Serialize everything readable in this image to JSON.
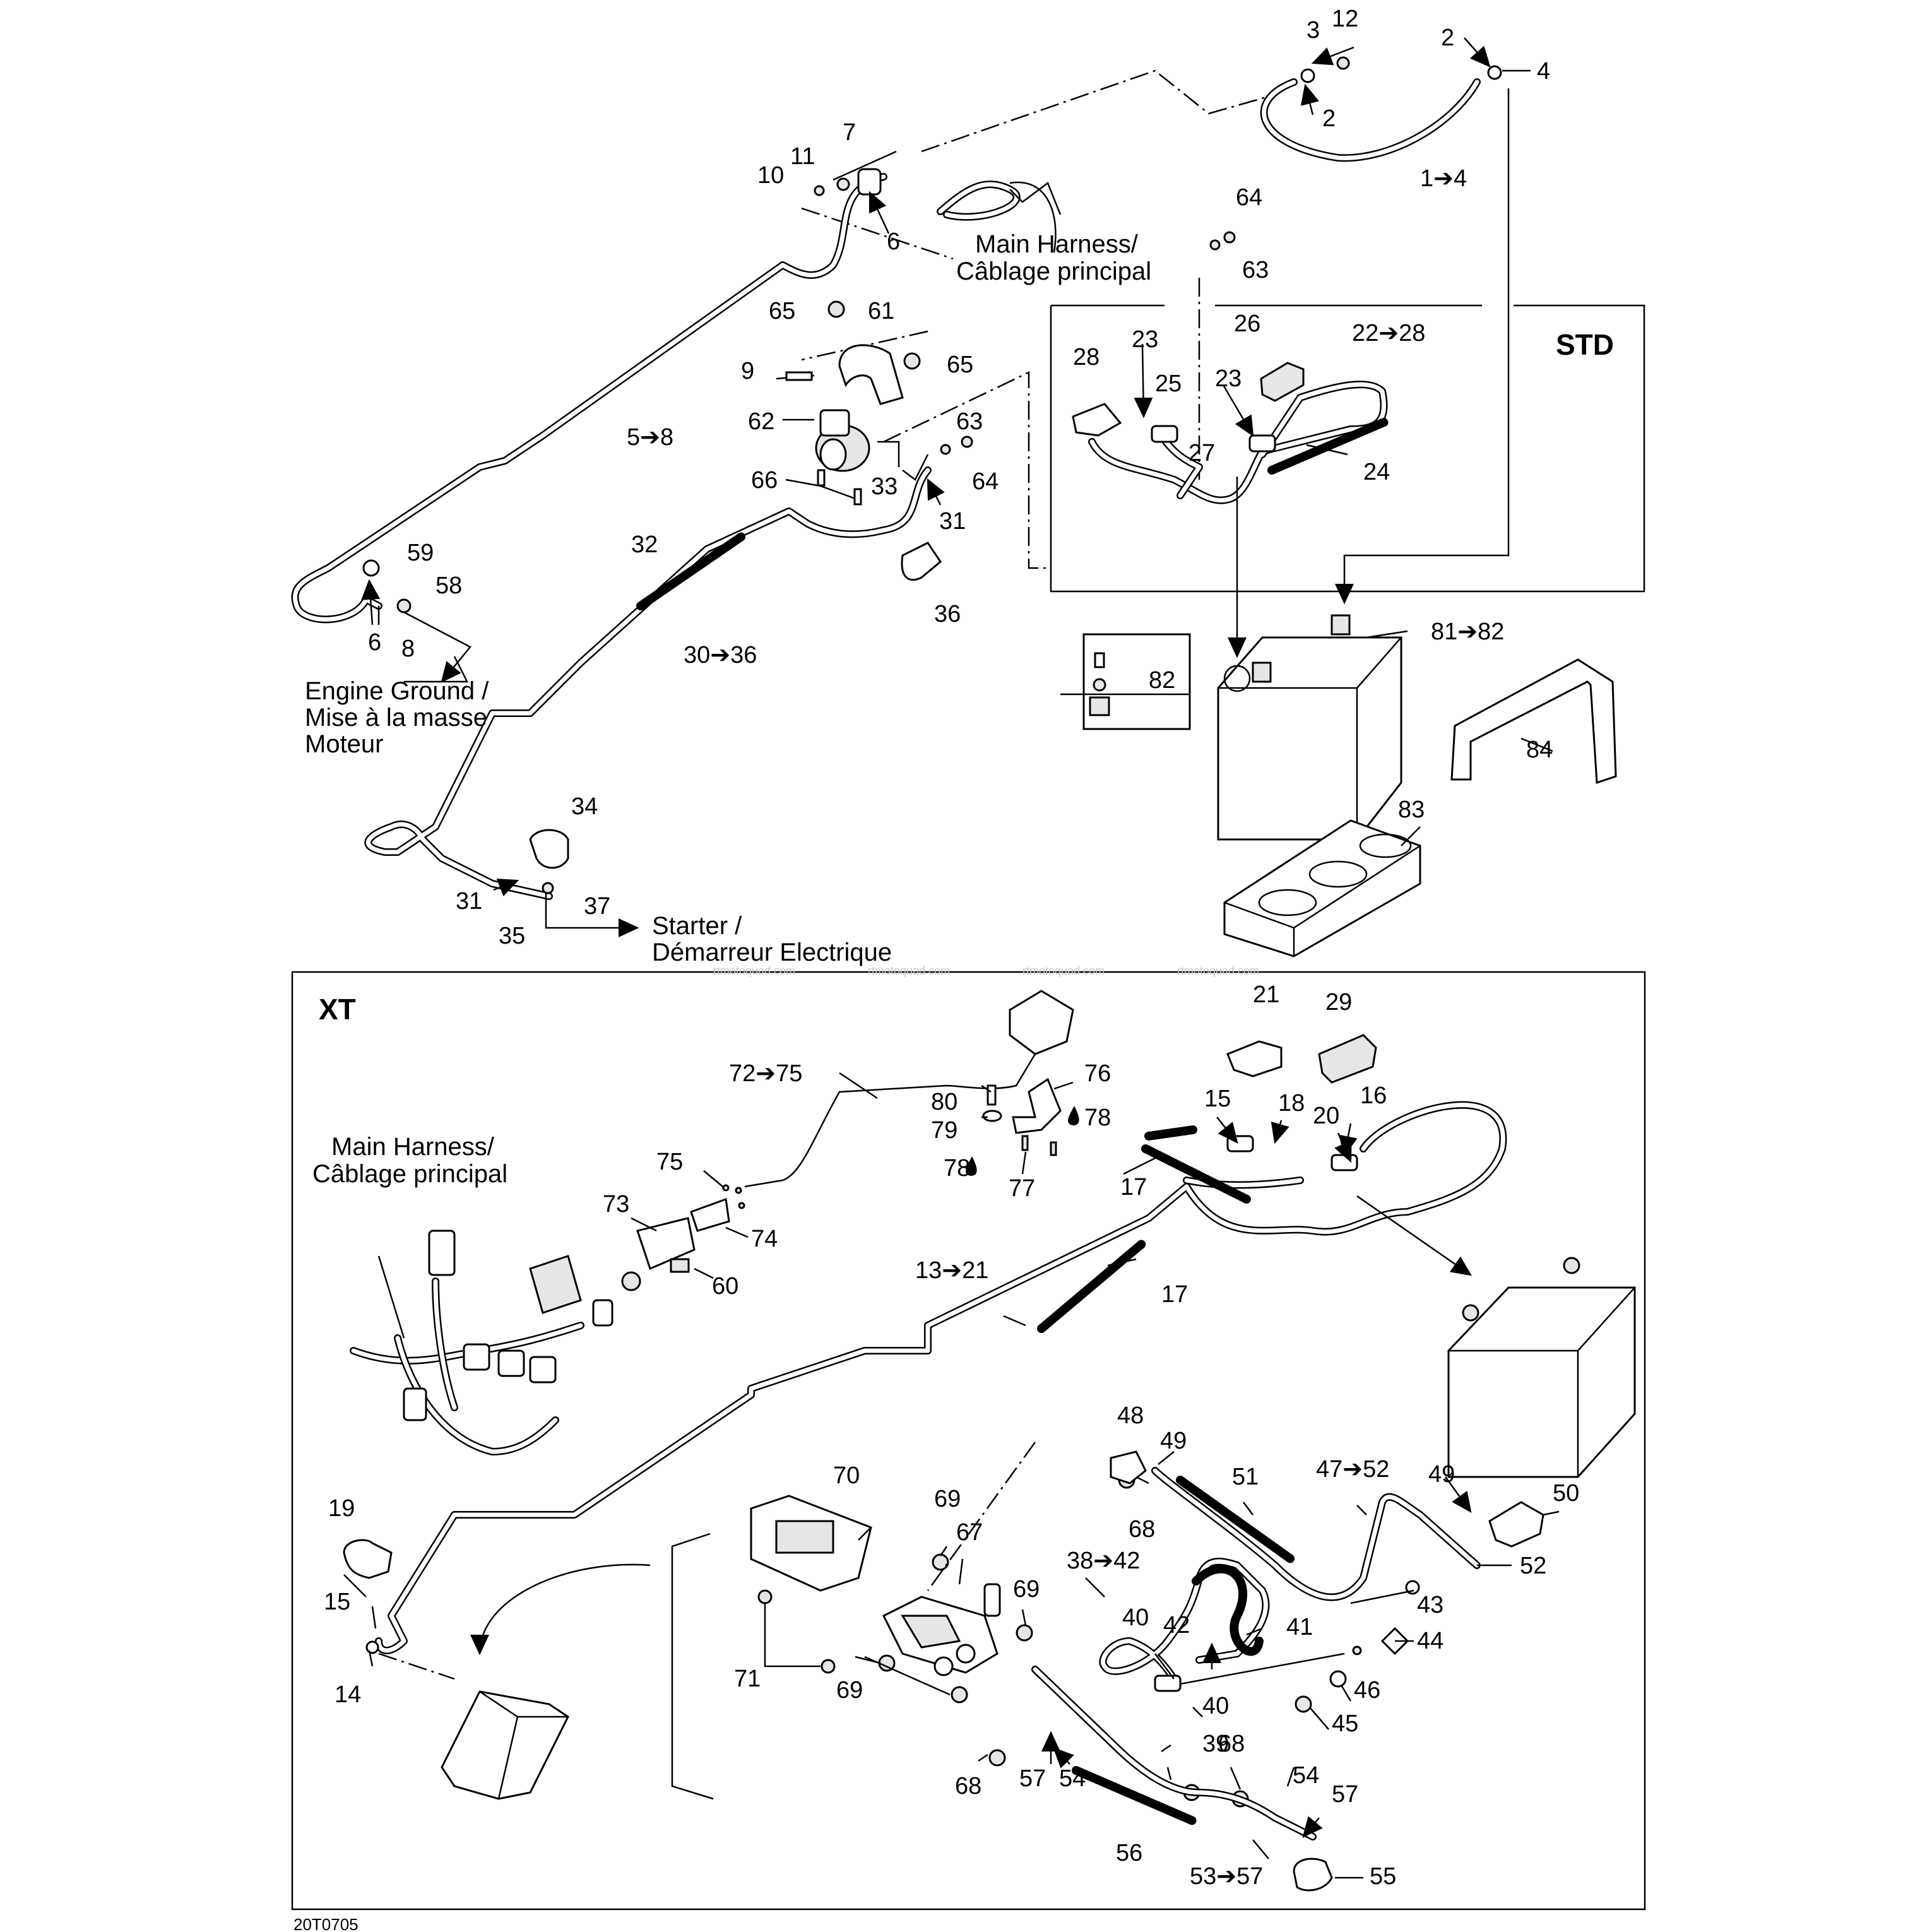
{
  "labels": {
    "n1": "1➔4",
    "n2a": "2",
    "n2b": "2",
    "n3": "3",
    "n4": "4",
    "n6a": "6",
    "n6b": "6",
    "n7": "7",
    "n8": "8",
    "n9": "9",
    "n10": "10",
    "n11": "11",
    "n12": "12",
    "n5": "5➔8",
    "n22": "22➔28",
    "n23a": "23",
    "n23b": "23",
    "n24": "24",
    "n25": "25",
    "n26": "26",
    "n27": "27",
    "n28": "28",
    "n30": "30➔36",
    "n31a": "31",
    "n31b": "31",
    "n32": "32",
    "n33": "33",
    "n34": "34",
    "n35": "35",
    "n36": "36",
    "n37": "37",
    "n58": "58",
    "n59": "59",
    "n61": "61",
    "n62": "62",
    "n63a": "63",
    "n63b": "63",
    "n64a": "64",
    "n64b": "64",
    "n65a": "65",
    "n65b": "65",
    "n66": "66",
    "n81": "81➔82",
    "n82": "82",
    "n83": "83",
    "n84": "84",
    "n13": "13➔21",
    "n14": "14",
    "n15a": "15",
    "n15b": "15",
    "n16": "16",
    "n17a": "17",
    "n17b": "17",
    "n18": "18",
    "n19": "19",
    "n20": "20",
    "n21": "21",
    "n29": "29",
    "n38": "38➔42",
    "n39": "39",
    "n40a": "40",
    "n40b": "40",
    "n41": "41",
    "n42": "42",
    "n43": "43",
    "n44": "44",
    "n45": "45",
    "n46": "46",
    "n47": "47➔52",
    "n48": "48",
    "n49a": "49",
    "n49b": "49",
    "n50": "50",
    "n51": "51",
    "n52": "52",
    "n53": "53➔57",
    "n54a": "54",
    "n54b": "54",
    "n55": "55",
    "n56": "56",
    "n57a": "57",
    "n57b": "57",
    "n60": "60",
    "n67": "67",
    "n68a": "68",
    "n68b": "68",
    "n68c": "68",
    "n69a": "69",
    "n69b": "69",
    "n69c": "69",
    "n70": "70",
    "n71": "71",
    "n72": "72➔75",
    "n73": "73",
    "n74": "74",
    "n75": "75",
    "n76": "76",
    "n77": "77",
    "n78a": "78",
    "n78b": "78",
    "n79": "79",
    "n80": "80"
  },
  "notes": {
    "main_harness_std_1": "Main Harness/",
    "main_harness_std_2": "Câblage principal",
    "main_harness_xt_1": "Main Harness/",
    "main_harness_xt_2": "Câblage principal",
    "engine_ground_1": "Engine Ground /",
    "engine_ground_2": "Mise à la masse",
    "engine_ground_3": "Moteur",
    "starter_1": "Starter /",
    "starter_2": "Démarreur Electrique"
  },
  "titles": {
    "std": "STD",
    "xt": "XT"
  },
  "drawing_code": "20T0705",
  "watermark": "rtmotoquad.com"
}
